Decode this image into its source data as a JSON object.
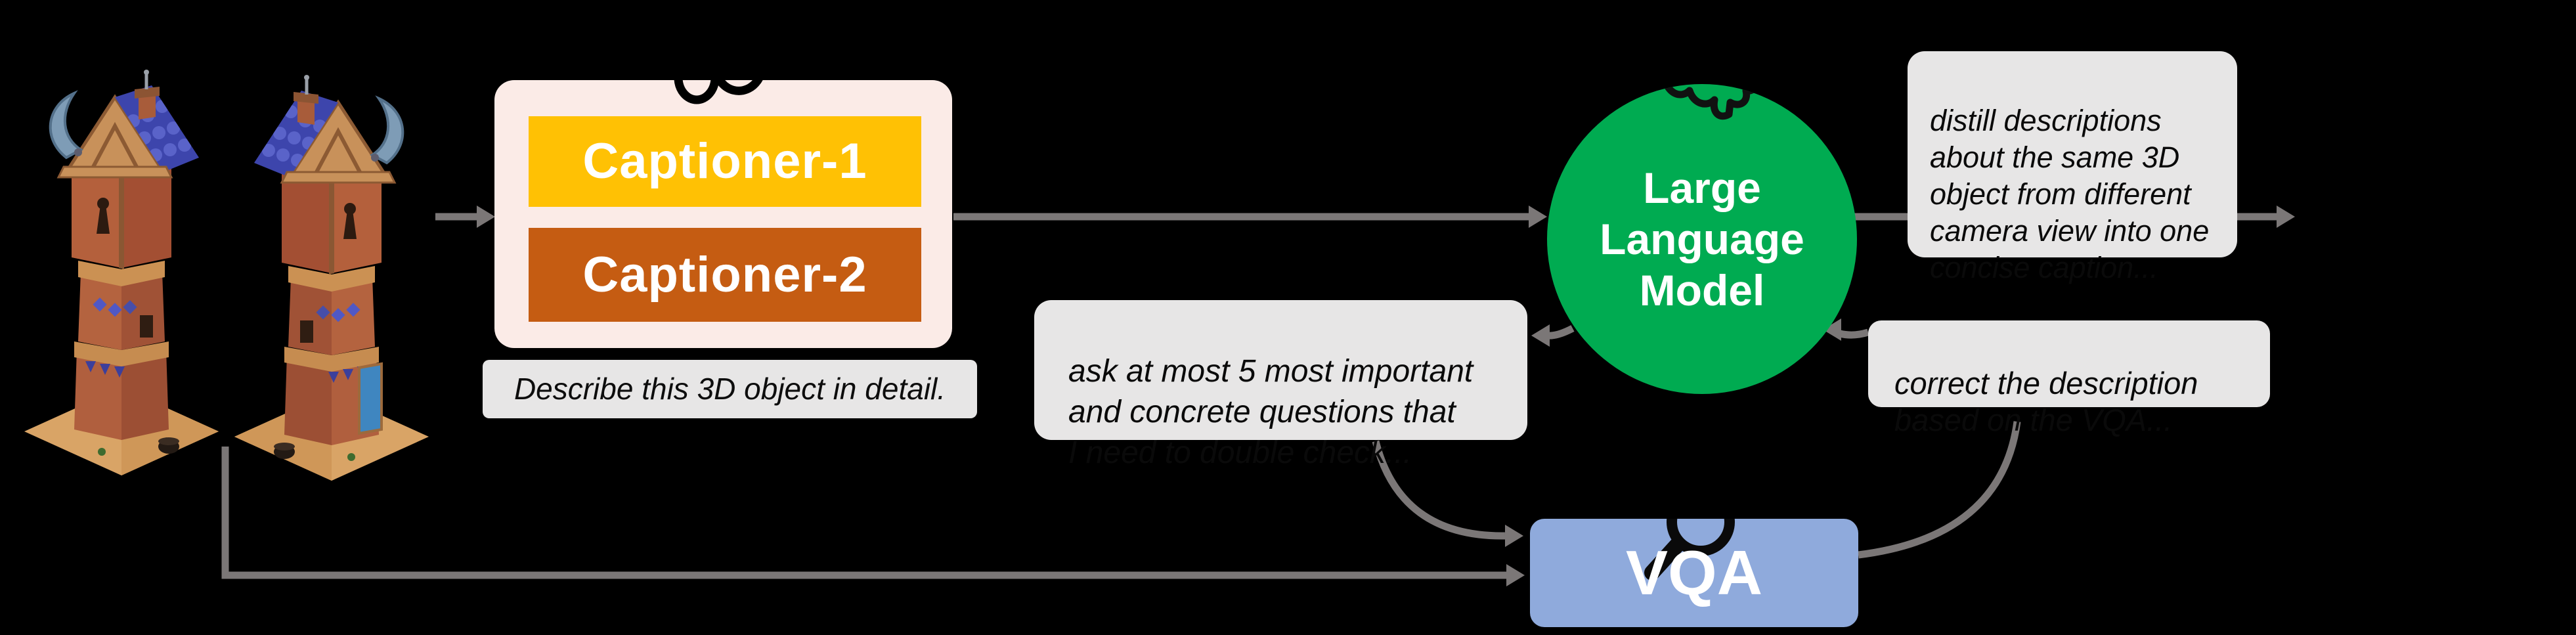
{
  "figure": {
    "background": "#000000",
    "input_object": {
      "name": "3D object renders",
      "views": [
        "tower view 1",
        "tower view 2"
      ]
    },
    "captioner_panel": {
      "bg": "#fbebe7",
      "icon": "glasses-icon",
      "captioners": [
        {
          "label": "Captioner-1",
          "color": "#ffc104"
        },
        {
          "label": "Captioner-2",
          "color": "#c55c12"
        }
      ]
    },
    "prompt_box": {
      "text": "Describe this 3D object in detail.",
      "bg": "#e7e6e6"
    },
    "llm_node": {
      "label_lines": [
        "Large",
        "Language",
        "Model"
      ],
      "color": "#00ab51",
      "icon": "brain-icon"
    },
    "vqa_node": {
      "label": "VQA",
      "color": "#8faadc",
      "icon": "magnifying-glass-icon"
    },
    "callouts": {
      "distill": {
        "lines": [
          "distill descriptions",
          "about the same 3D",
          "object from different",
          "camera view into one",
          "concise caption..."
        ]
      },
      "ask": {
        "lines": [
          "ask at most 5 most important",
          "and concrete questions that",
          "I need to double check..."
        ]
      },
      "correct": {
        "lines": [
          "correct the description",
          "based on the VQA..."
        ]
      }
    },
    "arrows": {
      "color": "#7b7777"
    }
  }
}
